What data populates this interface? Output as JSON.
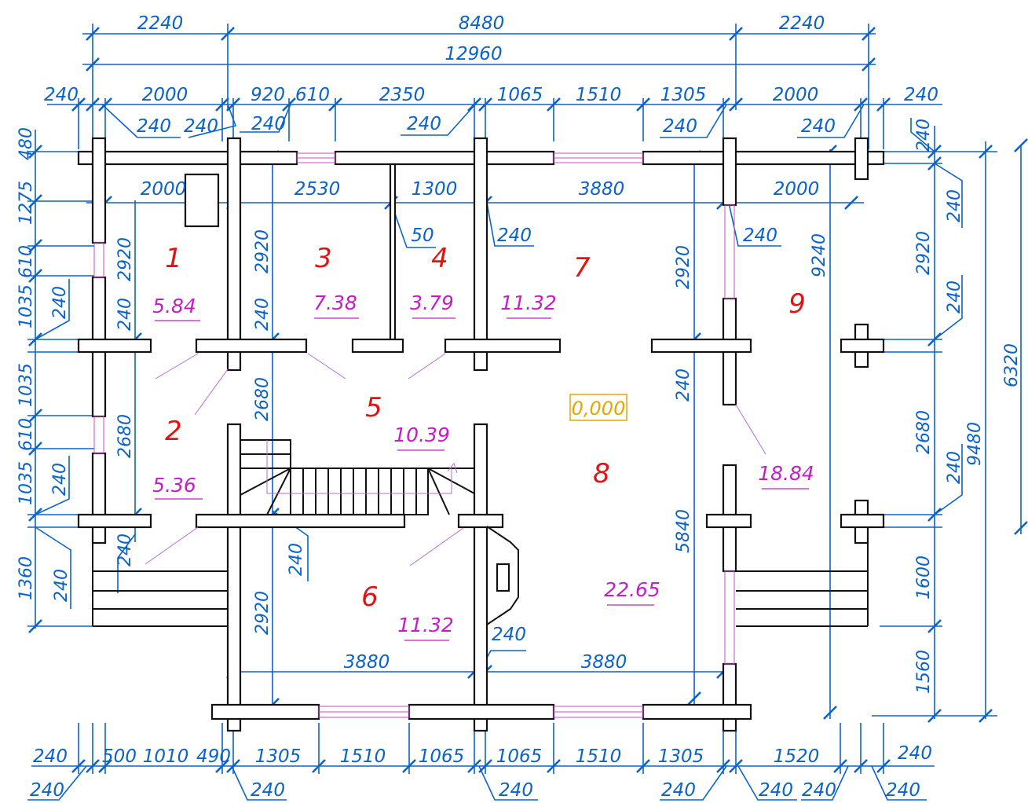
{
  "dims": {
    "top1": [
      "2240",
      "8480",
      "2240"
    ],
    "top_total": "12960",
    "top3": [
      "240",
      "2000",
      "920",
      "610",
      "2350",
      "1065",
      "1510",
      "1305",
      "2000",
      "240"
    ],
    "top4": [
      "240",
      "240",
      "240",
      "240",
      "240",
      "240"
    ],
    "inner_top": [
      "2000",
      "2530",
      "1300",
      "3880",
      "2000"
    ],
    "inner_misc": [
      "50",
      "240",
      "240"
    ],
    "left_chain": [
      "480",
      "1275",
      "610",
      "1035",
      "240",
      "1035",
      "610",
      "1035",
      "240",
      "1360",
      "240"
    ],
    "left_inner": [
      "2920",
      "240",
      "2680",
      "240"
    ],
    "center_vert": [
      "2920",
      "240",
      "2680",
      "240",
      "2920"
    ],
    "right_inner_vert": [
      "2920",
      "240",
      "5840",
      "9240"
    ],
    "right_chain": [
      "240",
      "240",
      "2920",
      "240",
      "2680",
      "240",
      "1600",
      "1560"
    ],
    "right_totals": [
      "9480",
      "6320"
    ],
    "bottom_inner": [
      "240",
      "3880",
      "3880"
    ],
    "bottom1": [
      "240",
      "500",
      "1010",
      "490",
      "1305",
      "1510",
      "1065",
      "1065",
      "1510",
      "1305",
      "1520",
      "240"
    ],
    "bottom2": [
      "240",
      "240",
      "240",
      "240",
      "240",
      "240",
      "240"
    ]
  },
  "rooms": [
    "1",
    "2",
    "3",
    "4",
    "5",
    "6",
    "7",
    "8",
    "9"
  ],
  "areas": [
    "5.84",
    "5.36",
    "7.38",
    "3.79",
    "11.32",
    "10.39",
    "11.32",
    "22.65",
    "18.84"
  ],
  "level_mark": "0,000",
  "colors": {
    "dimension": "#0b63c8",
    "room_number": "#e01414",
    "area": "#c21fc2",
    "level": "#e0a800",
    "walls": "#111111"
  }
}
